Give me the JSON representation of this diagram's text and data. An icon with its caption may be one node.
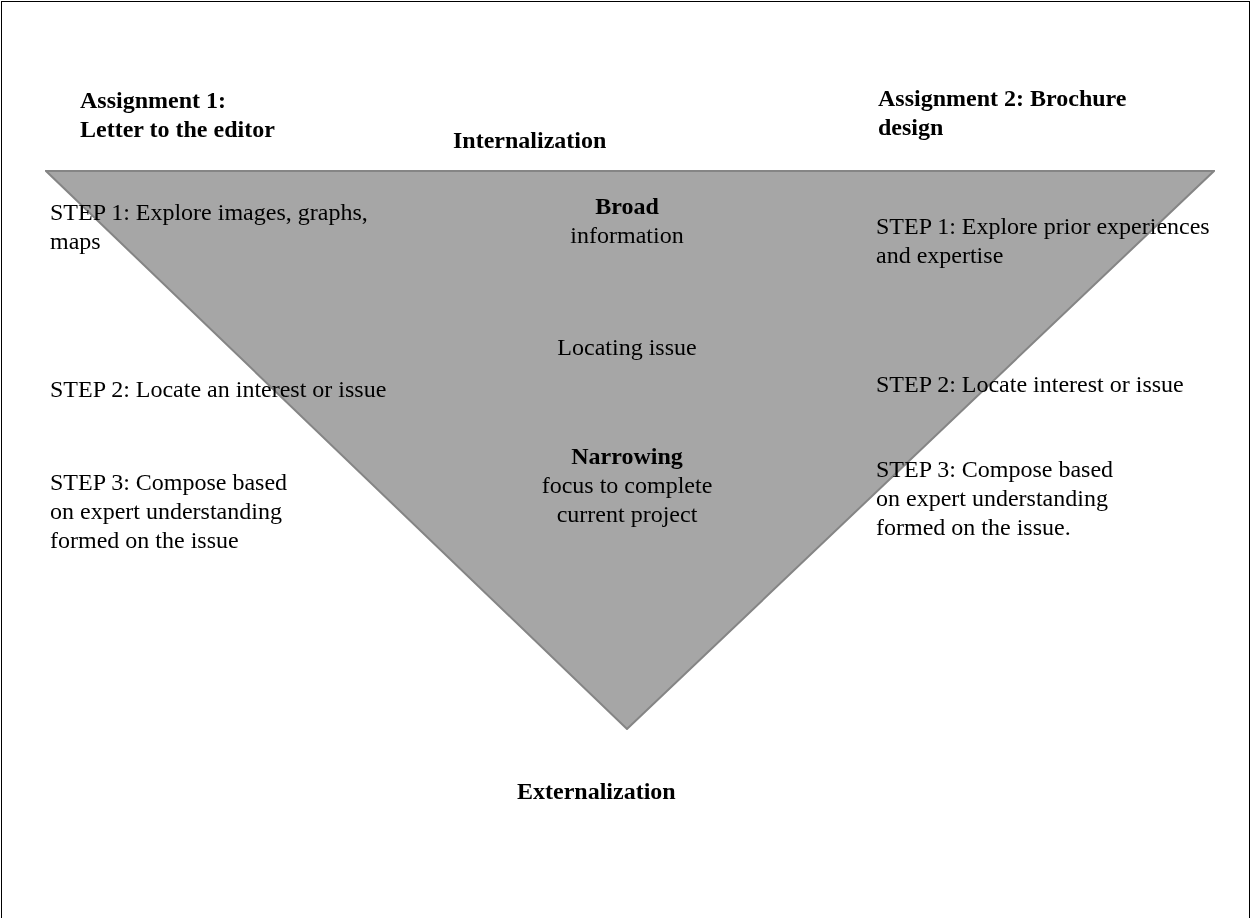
{
  "diagram": {
    "nodes": [
      {
        "text": [
          "Broad",
          "information",
          "Locating issue",
          "Narrowing",
          "focus to complete current project"
        ]
      }
    ],
    "edges": [],
    "labels": [
      "Assignment 1: Letter to the editor",
      "Internalization",
      "Assignment 2: Brochure design",
      "STEP 1: Explore images, graphs, maps",
      "STEP 1: Explore prior experiences and expertise",
      "STEP 2: Locate an interest or issue",
      "STEP 2: Locate interest or issue",
      "STEP 3: Compose based on expert understanding formed on the issue",
      "STEP 3: Compose based on expert understanding formed on the issue.",
      "Externalization"
    ]
  }
}
